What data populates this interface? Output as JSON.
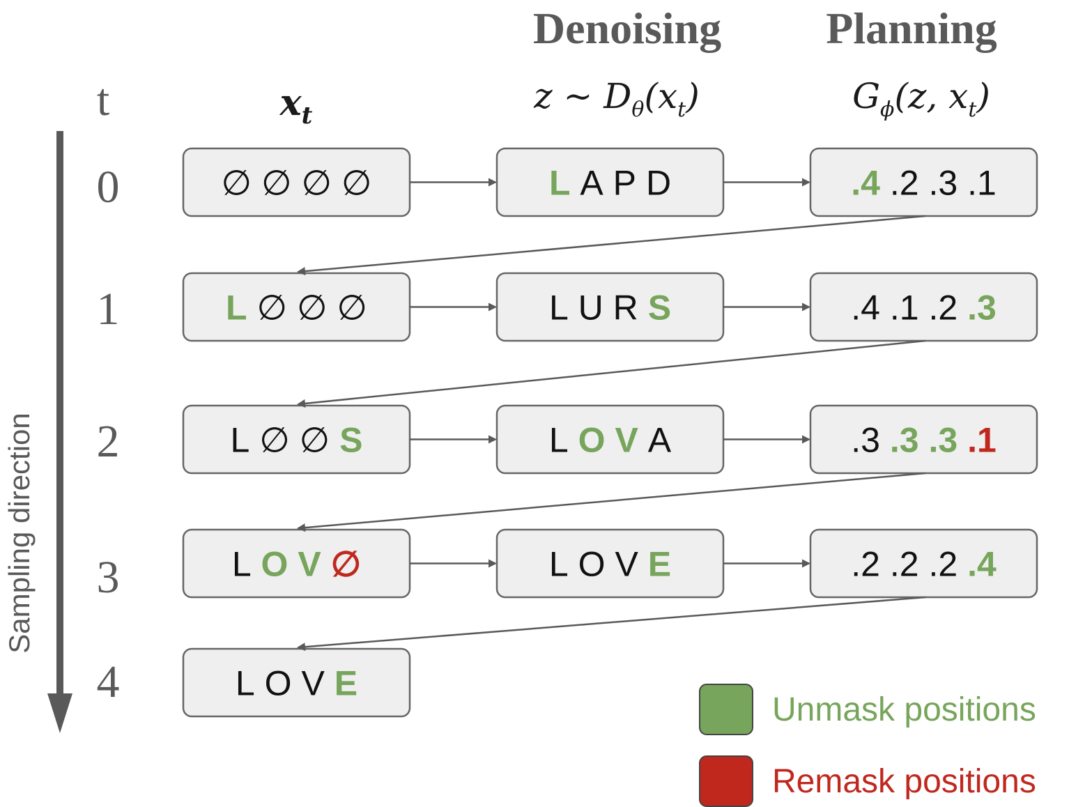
{
  "headers": {
    "t_label": "t",
    "xt_label": "x",
    "xt_sub": "t",
    "denoising_title": "Denoising",
    "denoising_formula": "z ~ D",
    "denoising_theta": "θ",
    "denoising_args": "(x",
    "denoising_sub": "t",
    "denoising_close": ")",
    "planning_title": "Planning",
    "planning_formula": "G",
    "planning_phi": "ϕ",
    "planning_args": "(z, x",
    "planning_sub": "t",
    "planning_close": ")"
  },
  "side_label": "Sampling direction",
  "rows": [
    {
      "t": "0",
      "xt": [
        {
          "t": "∅",
          "c": "n"
        },
        {
          "t": "∅",
          "c": "n"
        },
        {
          "t": "∅",
          "c": "n"
        },
        {
          "t": "∅",
          "c": "n"
        }
      ],
      "z": [
        {
          "t": "L",
          "c": "g"
        },
        {
          "t": "A",
          "c": "n"
        },
        {
          "t": "P",
          "c": "n"
        },
        {
          "t": "D",
          "c": "n"
        }
      ],
      "g": [
        {
          "t": ".4",
          "c": "g"
        },
        {
          "t": ".2",
          "c": "n"
        },
        {
          "t": ".3",
          "c": "n"
        },
        {
          "t": ".1",
          "c": "n"
        }
      ]
    },
    {
      "t": "1",
      "xt": [
        {
          "t": "L",
          "c": "g"
        },
        {
          "t": "∅",
          "c": "n"
        },
        {
          "t": "∅",
          "c": "n"
        },
        {
          "t": "∅",
          "c": "n"
        }
      ],
      "z": [
        {
          "t": "L",
          "c": "n"
        },
        {
          "t": "U",
          "c": "n"
        },
        {
          "t": "R",
          "c": "n"
        },
        {
          "t": "S",
          "c": "g"
        }
      ],
      "g": [
        {
          "t": ".4",
          "c": "n"
        },
        {
          "t": ".1",
          "c": "n"
        },
        {
          "t": ".2",
          "c": "n"
        },
        {
          "t": ".3",
          "c": "g"
        }
      ]
    },
    {
      "t": "2",
      "xt": [
        {
          "t": "L",
          "c": "n"
        },
        {
          "t": "∅",
          "c": "n"
        },
        {
          "t": "∅",
          "c": "n"
        },
        {
          "t": "S",
          "c": "g"
        }
      ],
      "z": [
        {
          "t": "L",
          "c": "n"
        },
        {
          "t": "O",
          "c": "g"
        },
        {
          "t": "V",
          "c": "g"
        },
        {
          "t": "A",
          "c": "n"
        }
      ],
      "g": [
        {
          "t": ".3",
          "c": "n"
        },
        {
          "t": ".3",
          "c": "g"
        },
        {
          "t": ".3",
          "c": "g"
        },
        {
          "t": ".1",
          "c": "r"
        }
      ]
    },
    {
      "t": "3",
      "xt": [
        {
          "t": "L",
          "c": "n"
        },
        {
          "t": "O",
          "c": "g"
        },
        {
          "t": "V",
          "c": "g"
        },
        {
          "t": "∅",
          "c": "r"
        }
      ],
      "z": [
        {
          "t": "L",
          "c": "n"
        },
        {
          "t": "O",
          "c": "n"
        },
        {
          "t": "V",
          "c": "n"
        },
        {
          "t": "E",
          "c": "g"
        }
      ],
      "g": [
        {
          "t": ".2",
          "c": "n"
        },
        {
          "t": ".2",
          "c": "n"
        },
        {
          "t": ".2",
          "c": "n"
        },
        {
          "t": ".4",
          "c": "g"
        }
      ]
    },
    {
      "t": "4",
      "xt": [
        {
          "t": "L",
          "c": "n"
        },
        {
          "t": "O",
          "c": "n"
        },
        {
          "t": "V",
          "c": "n"
        },
        {
          "t": "E",
          "c": "g"
        }
      ]
    }
  ],
  "legend": [
    {
      "label": "Unmask positions",
      "color": "#77a55c"
    },
    {
      "label": "Remask positions",
      "color": "#c0281e"
    }
  ]
}
